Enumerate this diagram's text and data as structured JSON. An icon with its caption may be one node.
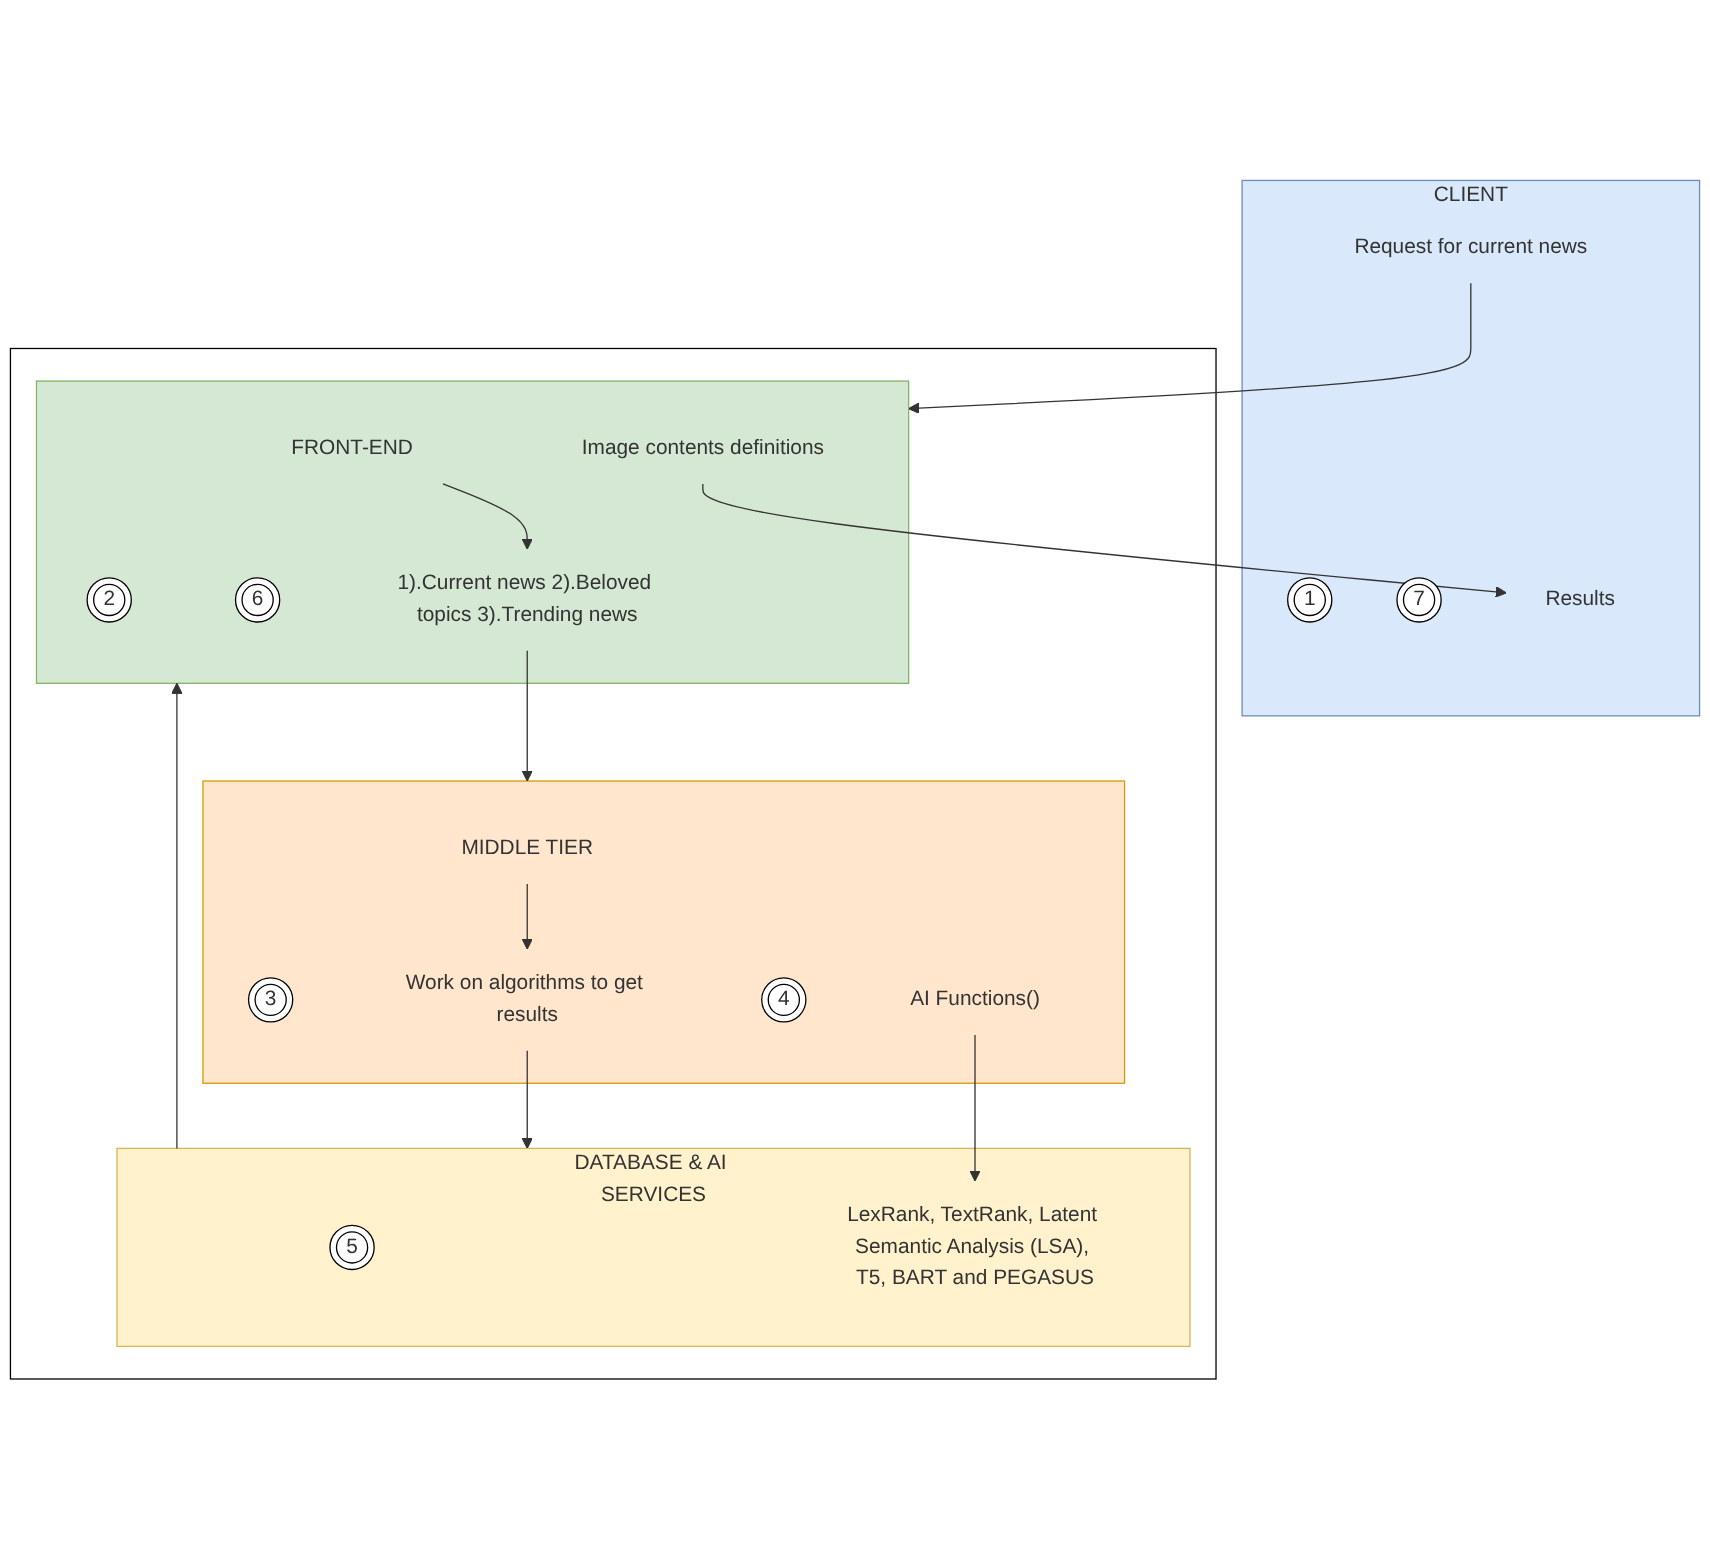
{
  "diagram": {
    "nodes": [
      {
        "text": [
          "CLIENT"
        ]
      },
      {
        "text": [
          "1"
        ],
        "in": 0
      },
      {
        "text": [
          "Request for current news"
        ],
        "in": 0
      },
      {
        "text": [
          "7"
        ],
        "in": 0
      },
      {
        "text": [
          "Results"
        ],
        "in": 0
      },
      {
        "text": [],
        "shape": "box"
      },
      {
        "text": [],
        "shape": "box",
        "in": 5
      },
      {
        "text": [
          "FRONT-END"
        ],
        "in": 6
      },
      {
        "text": [
          "2"
        ],
        "in": 6
      },
      {
        "text": [
          "1).Current news 2).Beloved topics 3).Trending news"
        ],
        "in": 6
      },
      {
        "text": [
          "6"
        ],
        "in": 6
      },
      {
        "text": [
          "Image contents definitions"
        ],
        "in": 6
      },
      {
        "text": [],
        "shape": "box",
        "in": 5
      },
      {
        "text": [
          "MIDDLE TIER"
        ],
        "in": 12
      },
      {
        "text": [
          "3"
        ],
        "in": 12
      },
      {
        "text": [
          "Work on algorithms to get results"
        ],
        "in": 12
      },
      {
        "text": [
          "4"
        ],
        "in": 12
      },
      {
        "text": [
          "AI Functions()"
        ],
        "in": 12
      },
      {
        "text": [
          "DATABASE & AI SERVICES"
        ],
        "in": 5
      },
      {
        "text": [
          "5"
        ],
        "in": 18
      },
      {
        "text": [
          "LexRank, TextRank, Latent Semantic Analysis (LSA), T5, BART and PEGASUS"
        ],
        "in": 18
      }
    ],
    "edges": [
      {
        "from": 2,
        "to": 6,
        "arrow": "to"
      },
      {
        "from": 7,
        "to": 9,
        "arrow": "to"
      },
      {
        "from": 9,
        "to": 12,
        "arrow": "to"
      },
      {
        "from": 13,
        "to": 15,
        "arrow": "to"
      },
      {
        "from": 15,
        "to": 18,
        "arrow": "to"
      },
      {
        "from": 17,
        "to": 20,
        "arrow": "to"
      },
      {
        "from": 18,
        "to": 6,
        "arrow": "to"
      },
      {
        "from": 11,
        "to": 4,
        "arrow": "to"
      }
    ]
  }
}
